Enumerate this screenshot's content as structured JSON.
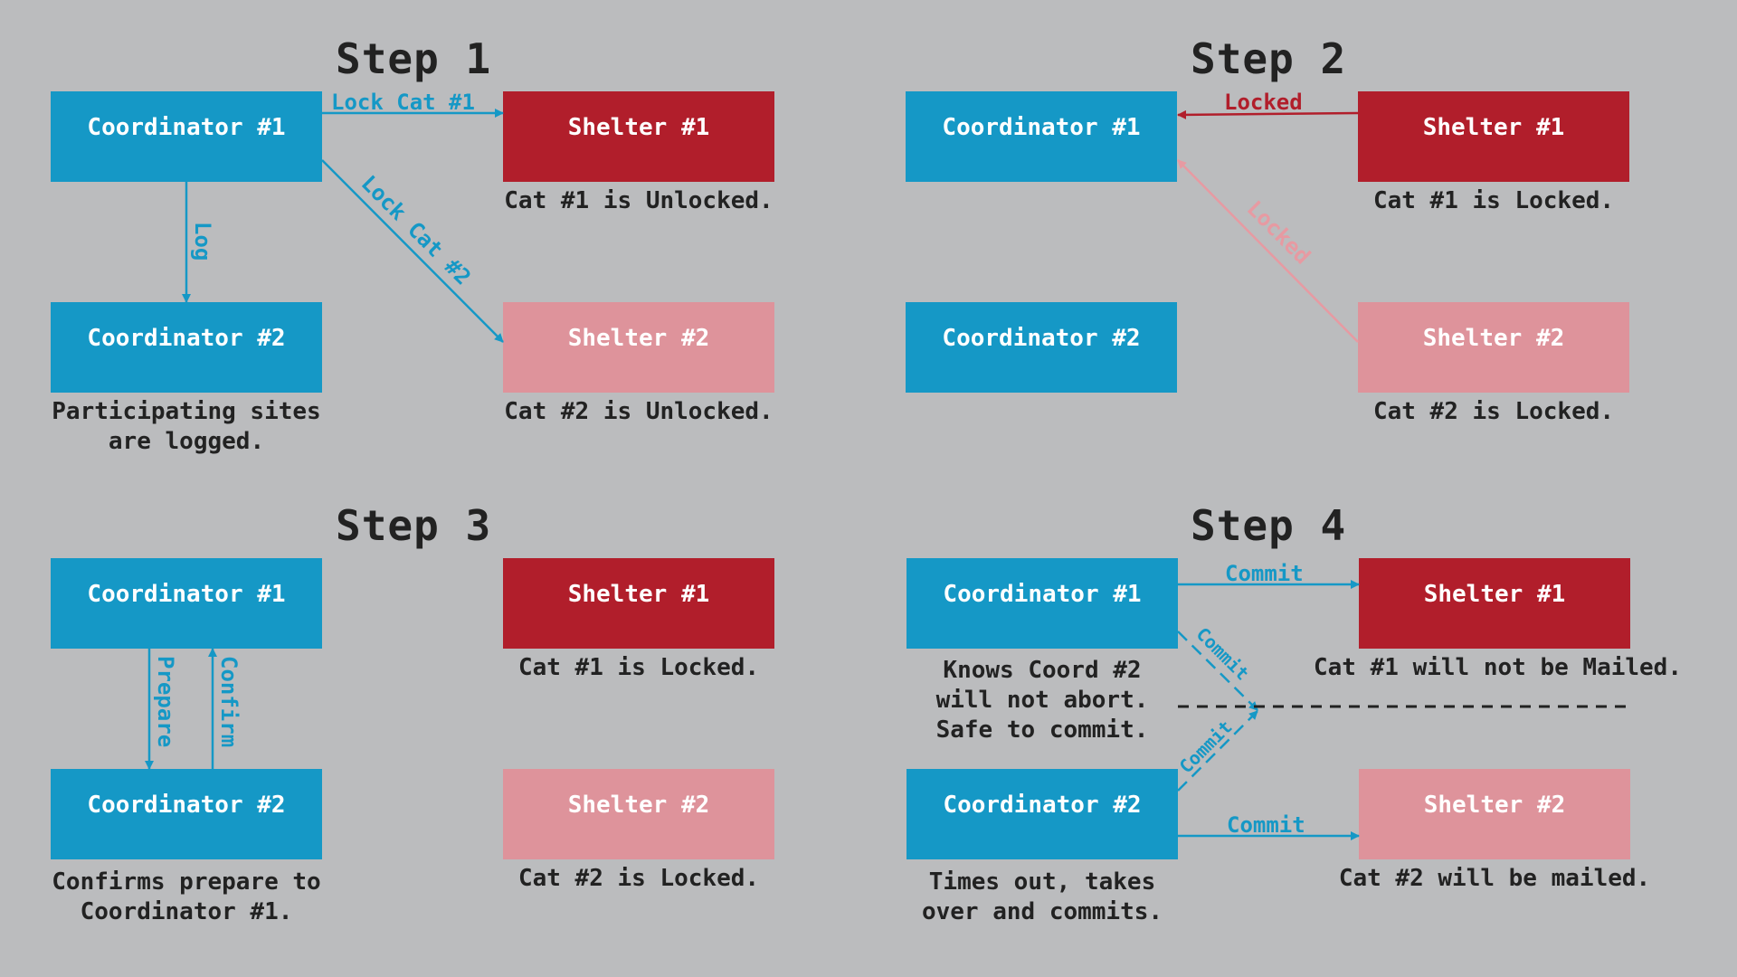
{
  "colors": {
    "background": "#bbbcbe",
    "coordinator": "#1598c6",
    "shelter1": "#b11e2b",
    "shelter2": "#de939b",
    "text": "#222222"
  },
  "step1": {
    "title": "Step 1",
    "coordinator1": "Coordinator #1",
    "coordinator2": "Coordinator #2",
    "shelter1": "Shelter #1",
    "shelter2": "Shelter #2",
    "shelter1_caption": "Cat #1 is Unlocked.",
    "shelter2_caption": "Cat #2 is Unlocked.",
    "coordinator2_caption": [
      "Participating sites",
      "are logged."
    ],
    "arrow_lock_cat1": "Lock Cat #1",
    "arrow_lock_cat2": "Lock Cat #2",
    "arrow_log": "Log"
  },
  "step2": {
    "title": "Step 2",
    "coordinator1": "Coordinator #1",
    "coordinator2": "Coordinator #2",
    "shelter1": "Shelter #1",
    "shelter2": "Shelter #2",
    "shelter1_caption": "Cat #1 is Locked.",
    "shelter2_caption": "Cat #2 is Locked.",
    "arrow_locked_1": "Locked",
    "arrow_locked_2": "Locked"
  },
  "step3": {
    "title": "Step 3",
    "coordinator1": "Coordinator #1",
    "coordinator2": "Coordinator #2",
    "shelter1": "Shelter #1",
    "shelter2": "Shelter #2",
    "shelter1_caption": "Cat #1 is Locked.",
    "shelter2_caption": "Cat #2 is Locked.",
    "coordinator2_caption": [
      "Confirms prepare to",
      "Coordinator #1."
    ],
    "arrow_prepare": "Prepare",
    "arrow_confirm": "Confirm"
  },
  "step4": {
    "title": "Step 4",
    "coordinator1": "Coordinator #1",
    "coordinator2": "Coordinator #2",
    "shelter1": "Shelter #1",
    "shelter2": "Shelter #2",
    "coordinator1_caption": [
      "Knows Coord #2",
      "will not abort.",
      "Safe to commit."
    ],
    "coordinator2_caption": [
      "Times out, takes",
      "over and commits."
    ],
    "shelter1_caption": "Cat #1 will not be Mailed.",
    "shelter2_caption": "Cat #2 will be mailed.",
    "arrow_commit_1": "Commit",
    "arrow_commit_2": "Commit",
    "arrow_commit_dashed_1": "Commit",
    "arrow_commit_dashed_2": "Commit"
  }
}
